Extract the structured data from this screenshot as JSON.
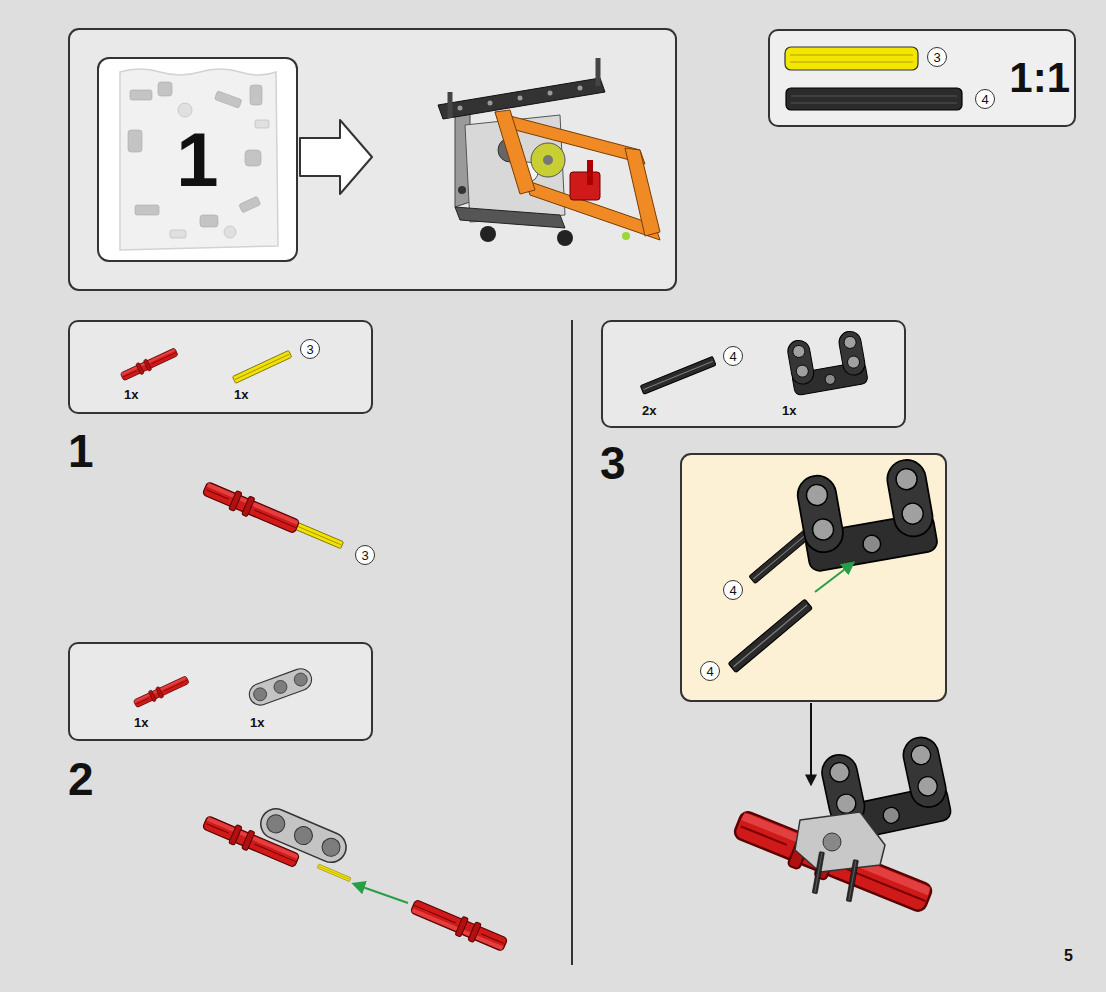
{
  "diagram": {
    "nodes": [
      {
        "text": [
          "1"
        ]
      },
      {
        "text": [
          "1:1"
        ]
      },
      {
        "text": [
          "3"
        ],
        "in": 1
      },
      {
        "text": [
          "4"
        ],
        "in": 1
      },
      {
        "text": [
          "1x",
          "1x"
        ]
      },
      {
        "text": [
          "3"
        ],
        "in": 4
      },
      {
        "text": [
          "3"
        ]
      },
      {
        "text": [
          "1x",
          "1x"
        ]
      },
      {
        "text": [
          "2x",
          "1x"
        ]
      },
      {
        "text": [
          "4"
        ],
        "in": 8
      },
      {
        "text": [
          "4"
        ]
      },
      {
        "text": [
          "4"
        ]
      }
    ],
    "labels": [
      "1",
      "2",
      "3",
      "5"
    ]
  }
}
